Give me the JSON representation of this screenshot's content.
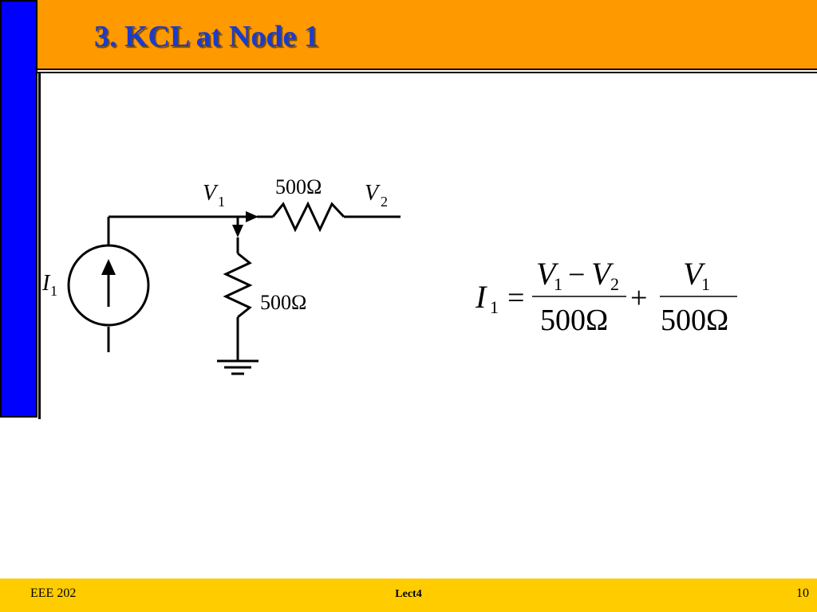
{
  "slide": {
    "title": "3. KCL at Node 1"
  },
  "circuit": {
    "series_resistor": "500Ω",
    "shunt_resistor": "500Ω",
    "node1": {
      "symbol": "V",
      "sub": "1"
    },
    "node2": {
      "symbol": "V",
      "sub": "2"
    },
    "source": {
      "symbol": "I",
      "sub": "1"
    }
  },
  "equation": {
    "lhs": {
      "symbol": "I",
      "sub": "1"
    },
    "equals": "=",
    "term1": {
      "num_a": {
        "symbol": "V",
        "sub": "1"
      },
      "minus": "−",
      "num_b": {
        "symbol": "V",
        "sub": "2"
      },
      "den": "500Ω"
    },
    "plus": "+",
    "term2": {
      "num": {
        "symbol": "V",
        "sub": "1"
      },
      "den": "500Ω"
    }
  },
  "footer": {
    "course": "EEE 202",
    "lecture": "Lect4",
    "page": "10"
  }
}
